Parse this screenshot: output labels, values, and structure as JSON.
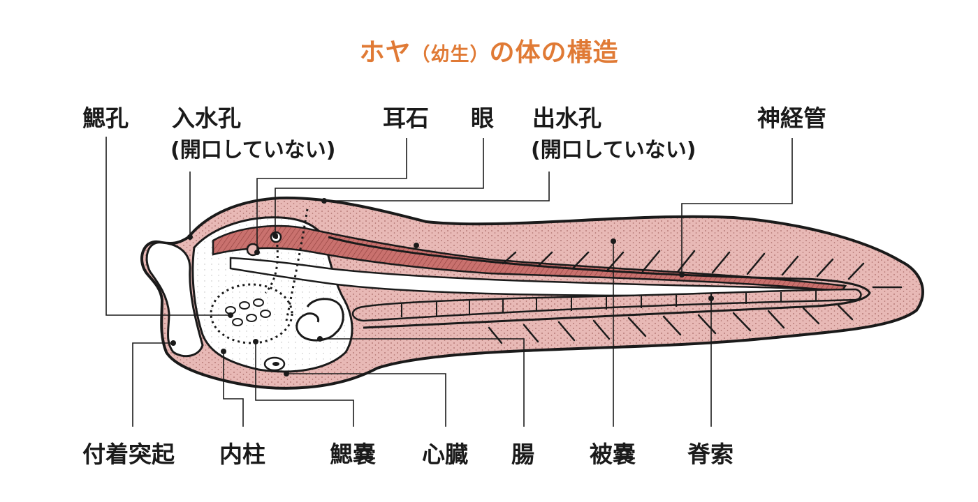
{
  "title": {
    "main_prefix": "ホヤ",
    "paren_text": "（幼生）",
    "main_suffix": "の体の構造"
  },
  "labels": {
    "gill_slit": "鰓孔",
    "inlet_siphon": "入水孔",
    "inlet_siphon_note": "(開口していない)",
    "otolith": "耳石",
    "eye": "眼",
    "outlet_siphon": "出水孔",
    "outlet_siphon_note": "(開口していない)",
    "nerve_cord": "神経管",
    "adhesive_papilla": "付着突起",
    "endostyle": "内柱",
    "branchial_sac": "鰓嚢",
    "heart": "心臓",
    "intestine": "腸",
    "tunic": "被嚢",
    "notochord": "脊索"
  },
  "colors": {
    "title": "#e07a35",
    "body_pink": "#e8b9b6",
    "muscle_red": "#c9716e",
    "outline": "#1a1a1a",
    "text": "#1a1a1a"
  }
}
